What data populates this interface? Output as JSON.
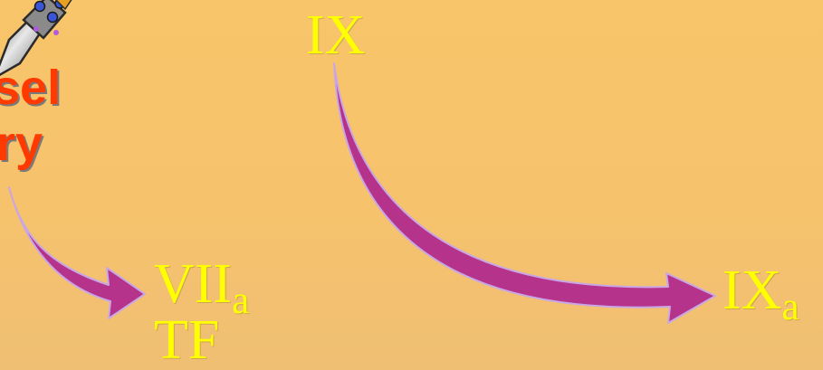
{
  "slide": {
    "text_fragment_1": "sel",
    "text_fragment_2": "ry",
    "labels": {
      "ix": "IX",
      "viia_base": "VII",
      "viia_sub": "a",
      "tf": "TF",
      "ixa_base": "IX",
      "ixa_sub": "a"
    }
  },
  "colors": {
    "background": "#f6c26c",
    "label": "#ffff00",
    "text_fragment": "#ff3a00",
    "arrow": "#b5338a"
  },
  "icons": {
    "tool_image": "surgical-tool-icon"
  }
}
